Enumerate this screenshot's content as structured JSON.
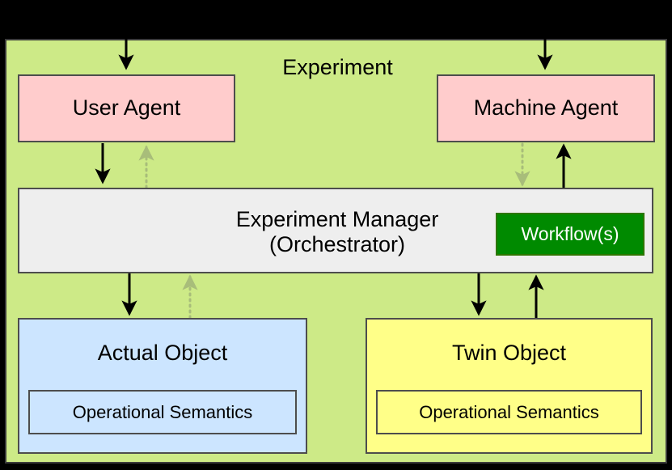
{
  "diagram": {
    "title": "Experiment",
    "container_color": "#cdea87",
    "nodes": {
      "user_agent": {
        "label": "User Agent",
        "color": "#ffcccc"
      },
      "machine_agent": {
        "label": "Machine Agent",
        "color": "#ffcccc"
      },
      "experiment_manager": {
        "label_line1": "Experiment Manager",
        "label_line2": "(Orchestrator)",
        "color": "#eeeeee"
      },
      "workflows": {
        "label": "Workflow(s)",
        "color": "#008a00",
        "text_color": "#ffffff"
      },
      "actual_object": {
        "label": "Actual Object",
        "color": "#cce5ff",
        "sub_label": "Operational Semantics"
      },
      "twin_object": {
        "label": "Twin Object",
        "color": "#ffff88",
        "sub_label": "Operational Semantics"
      }
    },
    "edges": [
      {
        "name": "external-to-user-agent",
        "style": "solid",
        "color": "#000000",
        "direction": "down"
      },
      {
        "name": "external-to-machine-agent",
        "style": "solid",
        "color": "#000000",
        "direction": "down"
      },
      {
        "name": "user-agent-to-manager",
        "style": "solid",
        "color": "#000000",
        "direction": "down"
      },
      {
        "name": "manager-to-user-agent",
        "style": "dotted",
        "color": "#a8bd7a",
        "direction": "up"
      },
      {
        "name": "machine-agent-to-manager",
        "style": "dotted",
        "color": "#a8bd7a",
        "direction": "down"
      },
      {
        "name": "manager-to-machine-agent",
        "style": "solid",
        "color": "#000000",
        "direction": "up"
      },
      {
        "name": "manager-to-actual-object",
        "style": "solid",
        "color": "#000000",
        "direction": "down"
      },
      {
        "name": "actual-object-to-manager",
        "style": "dotted",
        "color": "#a8bd7a",
        "direction": "up"
      },
      {
        "name": "manager-to-twin-object",
        "style": "solid",
        "color": "#000000",
        "direction": "down"
      },
      {
        "name": "twin-object-to-manager",
        "style": "solid",
        "color": "#000000",
        "direction": "up"
      }
    ]
  }
}
